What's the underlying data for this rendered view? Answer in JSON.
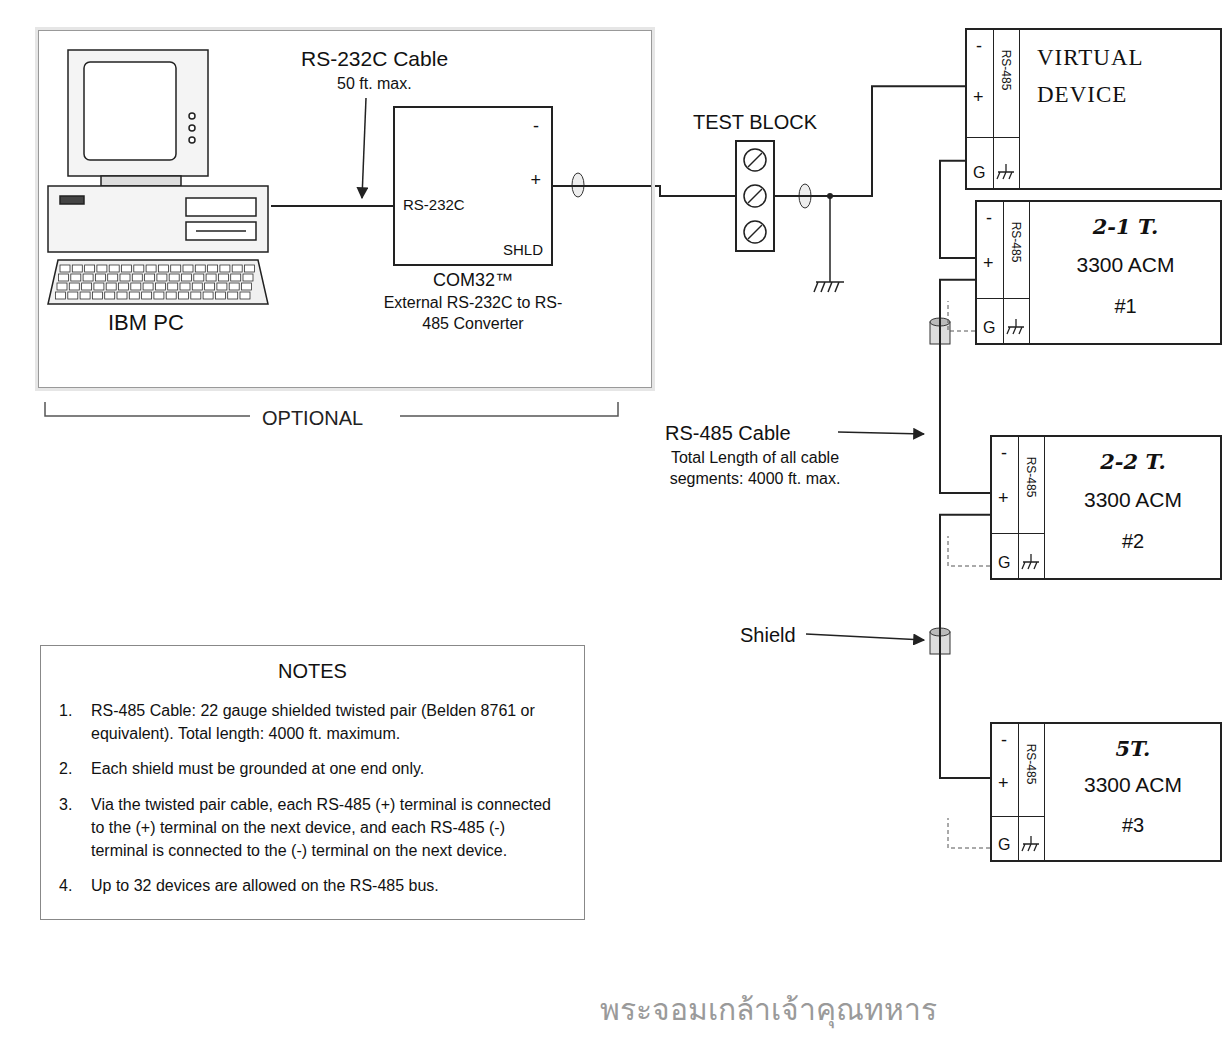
{
  "diagram": {
    "nodes": [
      {
        "text": [
          "RS-232C Cable",
          "50 ft. max."
        ]
      },
      {
        "text": [
          "IBM PC"
        ],
        "in": 0
      },
      {
        "text": [
          "-",
          "+",
          "RS-232C",
          "SHLD",
          "COM32™",
          "External RS-232C to RS-485 Converter"
        ],
        "in": 0
      },
      {
        "text": [
          "TEST BLOCK"
        ]
      },
      {
        "text": [
          "-",
          "+",
          "RS-485",
          "G",
          "VIRTUAL DEVICE"
        ]
      },
      {
        "text": [
          "-",
          "+",
          "RS-485",
          "G",
          "2-1 T.",
          "3300 ACM",
          "#1"
        ]
      },
      {
        "text": [
          "-",
          "+",
          "RS-485",
          "G",
          "2-2 T.",
          "3300 ACM",
          "#2"
        ]
      },
      {
        "text": [
          "-",
          "+",
          "RS-485",
          "G",
          "5T.",
          "3300 ACM",
          "#3"
        ]
      },
      {
        "text": [
          "NOTES",
          "1.",
          "RS-485 Cable: 22 gauge shielded twisted pair (Belden 8761 or equivalent). Total length: 4000 ft. maximum.",
          "2.",
          "Each shield must be grounded at one end only.",
          "3.",
          "Via the twisted pair cable, each RS-485 (+) terminal is connected to the (+) terminal on the next device, and each RS-485 (-) terminal is connected to the (-) terminal on the next device.",
          "4.",
          "Up to 32 devices are allowed on the RS-485 bus."
        ]
      }
    ],
    "edges": [
      {
        "from": 1,
        "to": 2,
        "arrow": "none"
      },
      {
        "from": 2,
        "to": 3,
        "arrow": "none"
      },
      {
        "from": 3,
        "to": 4,
        "arrow": "none"
      },
      {
        "from": 4,
        "to": 5,
        "arrow": "none"
      },
      {
        "from": 5,
        "to": 6,
        "arrow": "none"
      },
      {
        "from": 6,
        "to": 7,
        "arrow": "none"
      }
    ],
    "labels": [
      "OPTIONAL",
      "RS-485 Cable",
      "Total Length of all cable segments: 4000 ft. max.",
      "Shield",
      "พระจอมเกล้าเจ้าคุณทหาร"
    ]
  }
}
